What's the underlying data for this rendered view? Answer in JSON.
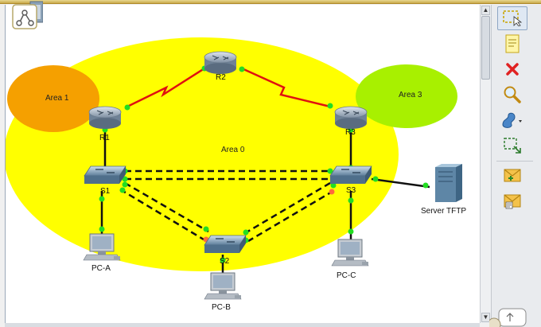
{
  "areas": {
    "area0": "Area 0",
    "area1": "Area 1",
    "area3": "Area 3"
  },
  "devices": {
    "r1": "R1",
    "r2": "R2",
    "r3": "R3",
    "s1": "S1",
    "s2": "S2",
    "s3": "S3",
    "pca": "PC-A",
    "pcb": "PC-B",
    "pcc": "PC-C",
    "server": "Server TFTP"
  },
  "toolbar": {
    "tools": [
      "select-tool",
      "note-tool",
      "delete-tool",
      "inspect-tool",
      "draw-shape-tool",
      "resize-tool",
      "simple-pdu-tool",
      "complex-pdu-tool"
    ]
  },
  "colors": {
    "area0_fill": "#ffff00",
    "area1_fill": "#f5a000",
    "area3_fill": "#a8f000",
    "serial_link": "#e01010",
    "link_up": "#22dd22",
    "link_down": "#ff6a3d"
  }
}
